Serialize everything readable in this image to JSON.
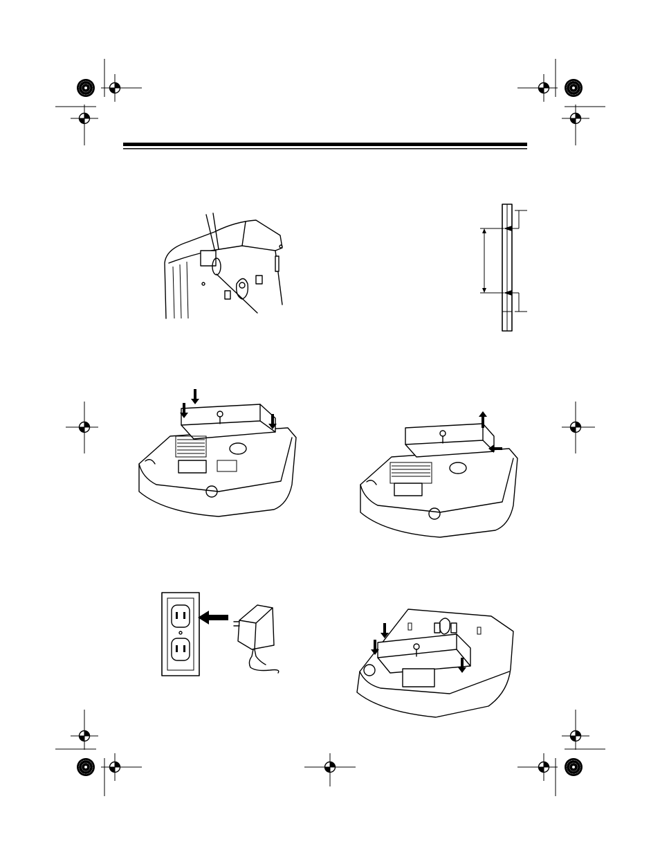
{
  "page": {
    "header_rule": "double",
    "registration_marks": "crop-and-registration",
    "colors": {
      "ink": "#000000",
      "paper": "#ffffff"
    }
  },
  "figures": [
    {
      "id": "phone-line-cord-routing",
      "icon": "cord-clip-illustration"
    },
    {
      "id": "wall-mount-screw-spacing",
      "icon": "screw-spacing-diagram"
    },
    {
      "id": "wall-plate-attach",
      "icon": "bracket-down-arrows"
    },
    {
      "id": "wall-plate-remove",
      "icon": "bracket-up-arrow"
    },
    {
      "id": "ac-adapter-outlet",
      "icon": "adapter-into-outlet"
    },
    {
      "id": "desk-bracket-attach",
      "icon": "bracket-on-base"
    }
  ]
}
